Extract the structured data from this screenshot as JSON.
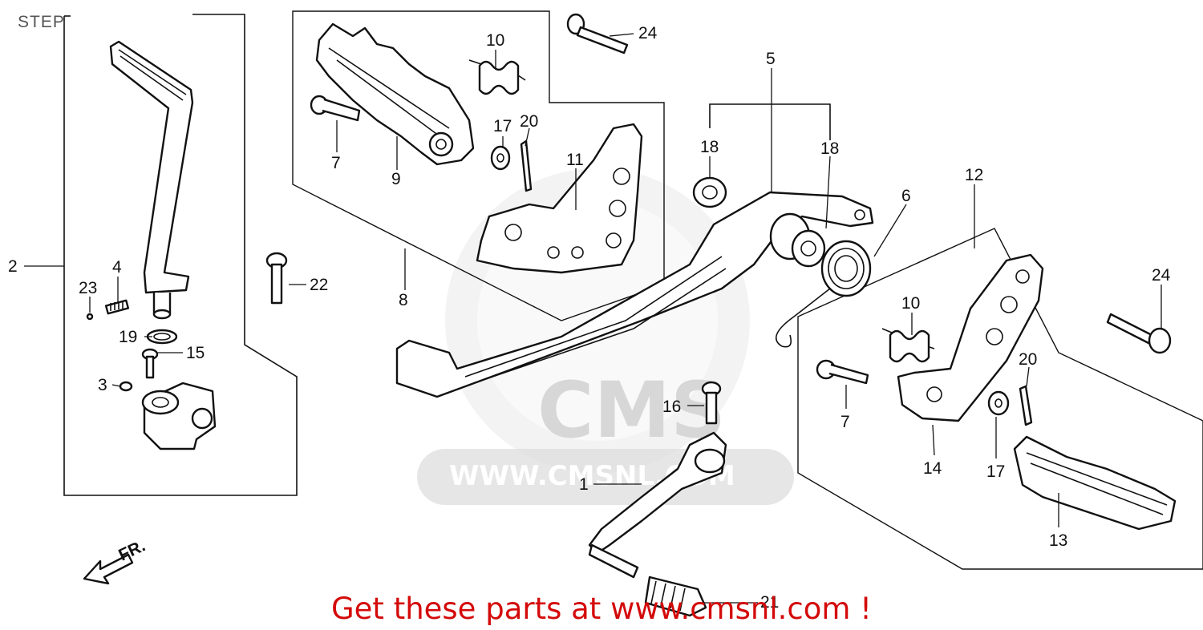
{
  "section_title": "STEP",
  "footer_text": "Get these parts at www.cmsnl.com !",
  "direction_label": "FR.",
  "watermark": {
    "logo_text": "CMS",
    "url_text": "WWW.CMSNL.COM"
  },
  "colors": {
    "footer": "#d40a0a",
    "ink": "#111111",
    "watermark": "#d9d9d9"
  },
  "callouts": [
    {
      "id": "c1",
      "text": "1"
    },
    {
      "id": "c2",
      "text": "2"
    },
    {
      "id": "c3",
      "text": "3"
    },
    {
      "id": "c4",
      "text": "4"
    },
    {
      "id": "c5",
      "text": "5"
    },
    {
      "id": "c6",
      "text": "6"
    },
    {
      "id": "c7a",
      "text": "7"
    },
    {
      "id": "c7b",
      "text": "7"
    },
    {
      "id": "c8",
      "text": "8"
    },
    {
      "id": "c9",
      "text": "9"
    },
    {
      "id": "c10a",
      "text": "10"
    },
    {
      "id": "c10b",
      "text": "10"
    },
    {
      "id": "c11",
      "text": "11"
    },
    {
      "id": "c12",
      "text": "12"
    },
    {
      "id": "c13",
      "text": "13"
    },
    {
      "id": "c14",
      "text": "14"
    },
    {
      "id": "c15",
      "text": "15"
    },
    {
      "id": "c16",
      "text": "16"
    },
    {
      "id": "c17a",
      "text": "17"
    },
    {
      "id": "c17b",
      "text": "17"
    },
    {
      "id": "c18a",
      "text": "18"
    },
    {
      "id": "c18b",
      "text": "18"
    },
    {
      "id": "c19",
      "text": "19"
    },
    {
      "id": "c20a",
      "text": "20"
    },
    {
      "id": "c20b",
      "text": "20"
    },
    {
      "id": "c21",
      "text": "21"
    },
    {
      "id": "c22",
      "text": "22"
    },
    {
      "id": "c23",
      "text": "23"
    },
    {
      "id": "c24a",
      "text": "24"
    },
    {
      "id": "c24b",
      "text": "24"
    }
  ]
}
